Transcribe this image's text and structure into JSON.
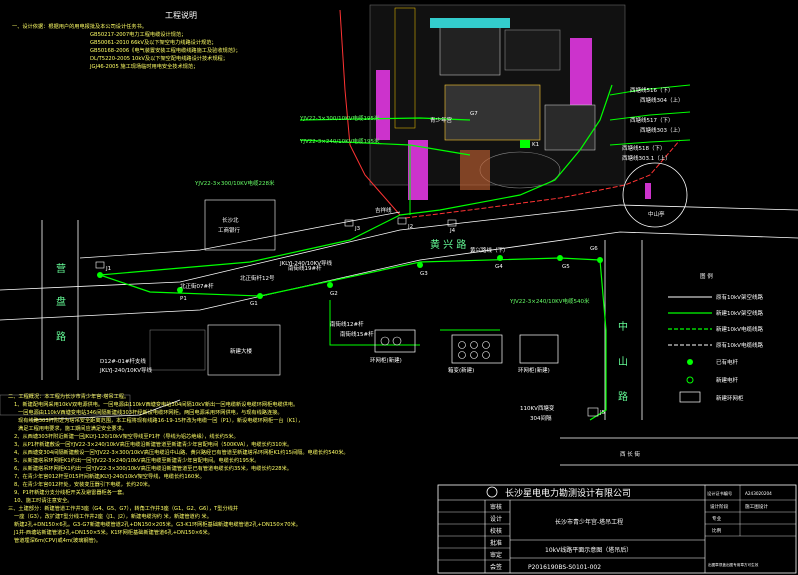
{
  "drawing": {
    "notes_title": "工程说明",
    "notes_top": [
      "一、设计依据：根据用户的用电报批及本公司设计任务书。",
      "GB50217-2007电力工程电缆设计规范；",
      "GB50061-2010 66kV及以下架空电力线路设计规范；",
      "GB50168-2006《电气装置安装工程电缆线路施工及验收规范》；",
      "DL/T5220-2005 10kV及以下架空配电线路设计技术规程；",
      "JGJ46-2005 施工现场临时用电安全技术规范；"
    ],
    "notes_bottom": [
      "二、工程概况：本工程为长沙市青少年宫-塔吊工程。",
      "1、新建配电网采用10kV双电源供电。一回电源由110kV西塘变电站304间隔10kV新出一回电缆新设电缆环网柜电缆供电。",
      "一回电源由110kV西塘变电站346间隔新建线303杆经新设电缆环网柜。两回电源采用环网供电，与现有线路连接。",
      "现有线路303杆附近为塔吊安全距离范围，本工程将现有线路16-19-15杆改为电缆一回（P1），新设电缆环网柜一台（K1），",
      "满足工程用电要求，施工期间应满足安全要求。",
      "2、从西塘303杆附近新建一回JKLYJ-120/10kV架空导线至P1杆（导线为铝芯绝缘），线长约5米。",
      "3、从P1杆新建敷设一回YJV22-3×240/10kV高压电缆沿新建管道至新建青少年宫配电间（500KVA），电缆长约310米。",
      "4、从西塘变304间隔新建敷设一回YJV22-3×300/10kV高压电缆沿中山路、黄兴路经已有管道至新建塔吊环网柜K1约15间隔。电缆长约540米。",
      "5、从新建塔吊环网柜K1约出一回YJV22-3×240/10kV高压电缆至新建青少年宫配电间。电缆长约195米。",
      "6、从新建塔吊环网柜K1约出一回YJV22-3×300/10kV高压电缆沿新建管道至已有管道电缆长约35米，电缆长约228米。",
      "7、在青少年宫012杆至015杆间新建JKLYJ-240/10kV架空导线，电缆长约160米。",
      "8、在青少年宫012杆处，安装变压器引下电缆，长约20米。",
      "9、P1杆新建分支分线柜开关及避雷器柜各一套。",
      "10、施工时请注意安全。",
      "三、土建部分：新建管道工作井3座（G4、G5、G7），转角工作井3座（G1、G2、G6），T型分线井",
      "一座（G3），改扩建T型分线工作井2座（J1、J2），新建电缆沟约 米，新建管道约 米。",
      "新建2孔+DN150×6孔。G3-G7新建电缆管道2孔+DN150×205米。G3-K1环网柜基础新建电缆管道2孔+DN150×70米。",
      "J1井-西塘站新建管道2孔+DN150×5米。K1环网柜基础新建管道6孔+DN150×6米。",
      "管道埋深6m(CPV)或4m(玻璃钢管)。"
    ],
    "roads": {
      "huangxing": "黄 兴 路",
      "yingpan": "营\n盘\n路",
      "zhongshan": "中\n山\n路",
      "xichang": "西 长 街"
    },
    "places": {
      "youth_palace": "青少年宫",
      "zhongshan_pavilion": "中山亭",
      "changsha_north": "长沙北\n工商银行",
      "new_building": "新建大楼",
      "substation": "110KV西塘变\n304间隔"
    },
    "cable_labels": [
      "YJV22-3×300/10KV电缆228米",
      "YJV22-3×300/10KV电缆195米",
      "YJV22-3×240/10KV电缆195米",
      "YJV22-3×240/10KV电缆540米",
      "JKLYJ-240/10KV导线",
      "D12#-01#杆支线",
      "JKLYJ-240/10KV导线",
      "西塘线516（下）",
      "西塘线304（上）",
      "西塘线517（下）",
      "西塘线303（上）",
      "西塘线518（下）",
      "西塘线303.1（上）",
      "黄兴路线（下）",
      "北正街07#杆",
      "北正街杆12号",
      "南街线12#杆",
      "南街线15#杆",
      "南街线19#杆",
      "吉祥线",
      "环网柜(新建)",
      "箱变(新建)",
      "环网柜(新建)"
    ],
    "well_labels": [
      "J1",
      "J2",
      "J3",
      "J4",
      "J5",
      "K1",
      "P1",
      "G1",
      "G2",
      "G3",
      "G4",
      "G5",
      "G6",
      "G7"
    ],
    "legend": {
      "title": "图  例",
      "items": [
        "原有10kV架空线路",
        "新建10kV架空线路",
        "新建10kV电缆线路",
        "原有10kV电缆线路",
        "已有电杆",
        "新建电杆",
        "新建环网柜"
      ]
    },
    "title_block": {
      "company": "长沙星电电力勘测设计有限公司",
      "project": "长沙市青少年宫-塔吊工程",
      "drawing_title": "10kV线路平面示意图（塔吊后）",
      "drawing_no": "P2016190BS-S0101-002",
      "left_labels": [
        "审核",
        "设计",
        "校核",
        "批准",
        "审定",
        "会签"
      ],
      "right_labels": [
        "设计证书编号",
        "A243020204",
        "设计阶段",
        "施工图设计",
        "专业",
        "比例"
      ],
      "stamp_note": "出图章须盖出图专用章方可生效"
    },
    "colors": {
      "background": "#000000",
      "new_cable": "#00ff00",
      "old_cable": "#ffffff",
      "road_edge": "#ffffff",
      "red_boundary": "#ff3333",
      "building_fill": "#ff33ff",
      "cyan": "#33ffff",
      "text_yellow": "#ffff66"
    }
  }
}
